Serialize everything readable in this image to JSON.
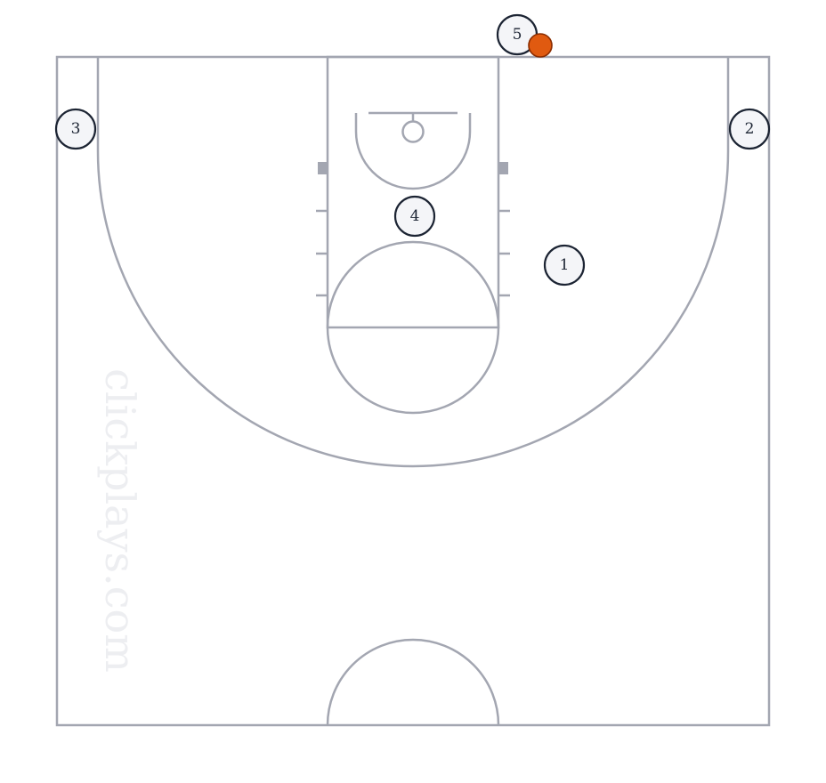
{
  "watermark": {
    "text": "clickplays.com"
  },
  "players": [
    {
      "label": "1"
    },
    {
      "label": "2"
    },
    {
      "label": "3"
    },
    {
      "label": "4"
    },
    {
      "label": "5"
    }
  ],
  "ball": {
    "holder": "5",
    "color": "#e05a10"
  },
  "colors": {
    "court_lines": "#a3a6b1",
    "player_outline": "#1c2433",
    "player_fill": "#f4f5f8"
  }
}
